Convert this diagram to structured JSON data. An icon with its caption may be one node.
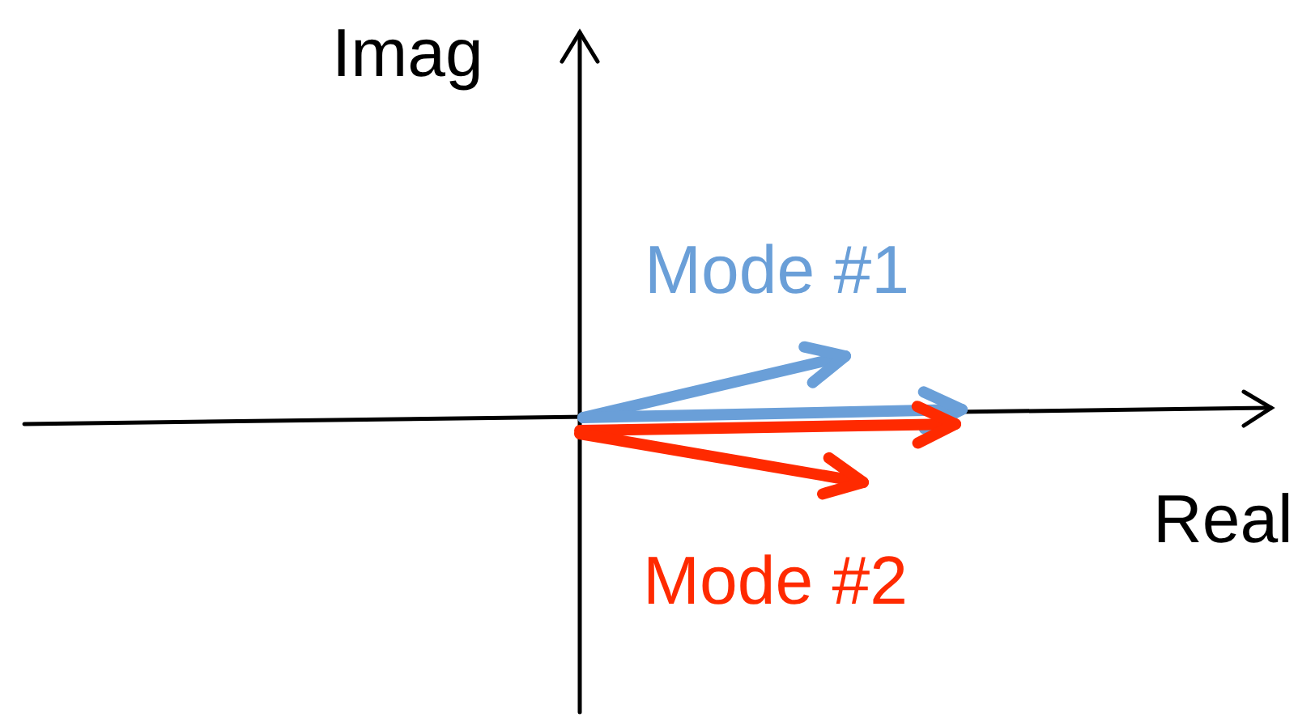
{
  "diagram": {
    "labels": [
      "Imag",
      "Mode #1",
      "Real",
      "Mode #2"
    ]
  }
}
